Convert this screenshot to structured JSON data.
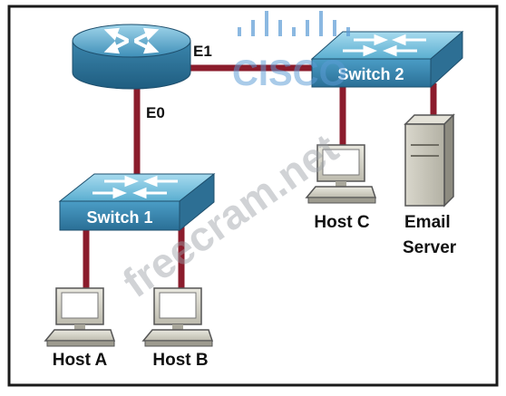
{
  "diagram": {
    "router": {
      "interfaces": {
        "e0": "E0",
        "e1": "E1"
      }
    },
    "switches": {
      "switch1": "Switch 1",
      "switch2": "Switch 2"
    },
    "hosts": {
      "host_a": "Host A",
      "host_b": "Host B",
      "host_c": "Host C"
    },
    "server": {
      "line1": "Email",
      "line2": "Server"
    },
    "watermarks": {
      "freecram": "freecram.net",
      "cisco": "CISCO"
    },
    "colors": {
      "link": "#8b1c2c",
      "device_blue": "#5aaed0",
      "border": "#1a1a1a"
    }
  }
}
